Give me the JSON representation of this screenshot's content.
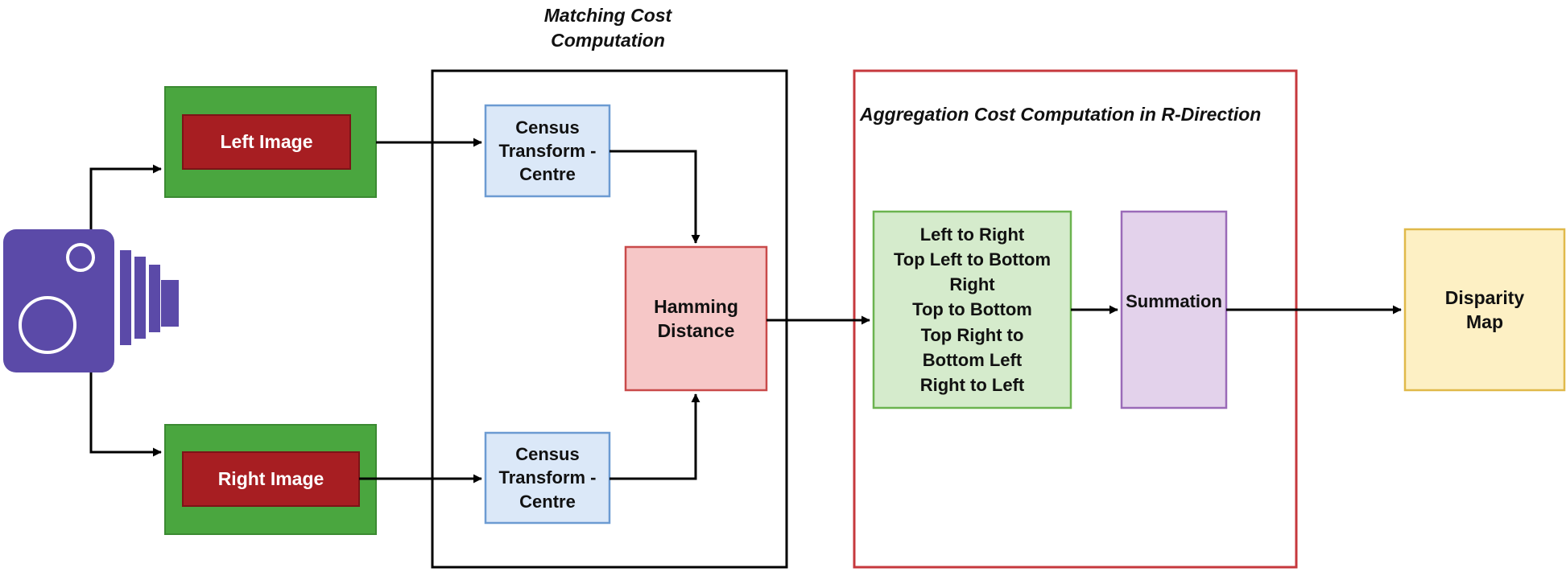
{
  "title_matching": [
    "Matching Cost",
    "Computation"
  ],
  "title_aggregation": "Aggregation Cost Computation in R-Direction",
  "left_image": "Left Image",
  "right_image": "Right Image",
  "census_top": [
    "Census",
    "Transform -",
    "Centre"
  ],
  "census_bottom": [
    "Census",
    "Transform -",
    "Centre"
  ],
  "hamming": [
    "Hamming",
    "Distance"
  ],
  "directions": [
    "Left to Right",
    "Top Left to Bottom",
    "Right",
    "Top to Bottom",
    "Top Right to",
    "Bottom Left",
    "Right to Left"
  ],
  "summation": "Summation",
  "disparity": [
    "Disparity",
    "Map"
  ],
  "icons": {
    "camera": "camera-icon"
  },
  "colors": {
    "camera_fill": "#5b4aa8",
    "image_outer": "#4aa63f",
    "image_inner": "#a71e22",
    "census_fill": "#dbe8f8",
    "census_stroke": "#6c9bd2",
    "hamming_fill": "#f6c7c7",
    "hamming_stroke": "#c94a4a",
    "aggregation_stroke": "#c6383d",
    "directions_fill": "#d5ebcc",
    "directions_stroke": "#6bb34f",
    "summation_fill": "#e3d2eb",
    "summation_stroke": "#9a6ab8",
    "disparity_fill": "#fdf0c4",
    "disparity_stroke": "#e0b94a"
  }
}
